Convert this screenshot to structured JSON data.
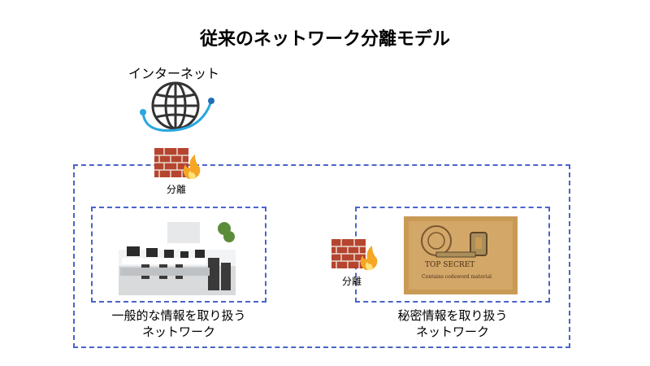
{
  "title": "従来のネットワーク分離モデル",
  "internet": {
    "label": "インターネット",
    "icon": "globe-icon"
  },
  "separators": [
    {
      "label": "分離",
      "icon": "firewall-icon"
    },
    {
      "label": "分離",
      "icon": "firewall-icon"
    }
  ],
  "networks": [
    {
      "caption_line1": "一般的な情報を取り扱う",
      "caption_line2": "ネットワーク",
      "image": "office-photo"
    },
    {
      "caption_line1": "秘密情報を取り扱う",
      "caption_line2": "ネットワーク",
      "image": "top-secret-photo"
    }
  ],
  "secret_image_text": {
    "stamp": "TOP SECRET",
    "subtitle": "Contains codeword material"
  },
  "colors": {
    "dash": "#4a64c8",
    "globe_stroke": "#333333",
    "orbit": "#2aa7e0",
    "brick": "#b5452f",
    "flame": "#f5a623"
  }
}
